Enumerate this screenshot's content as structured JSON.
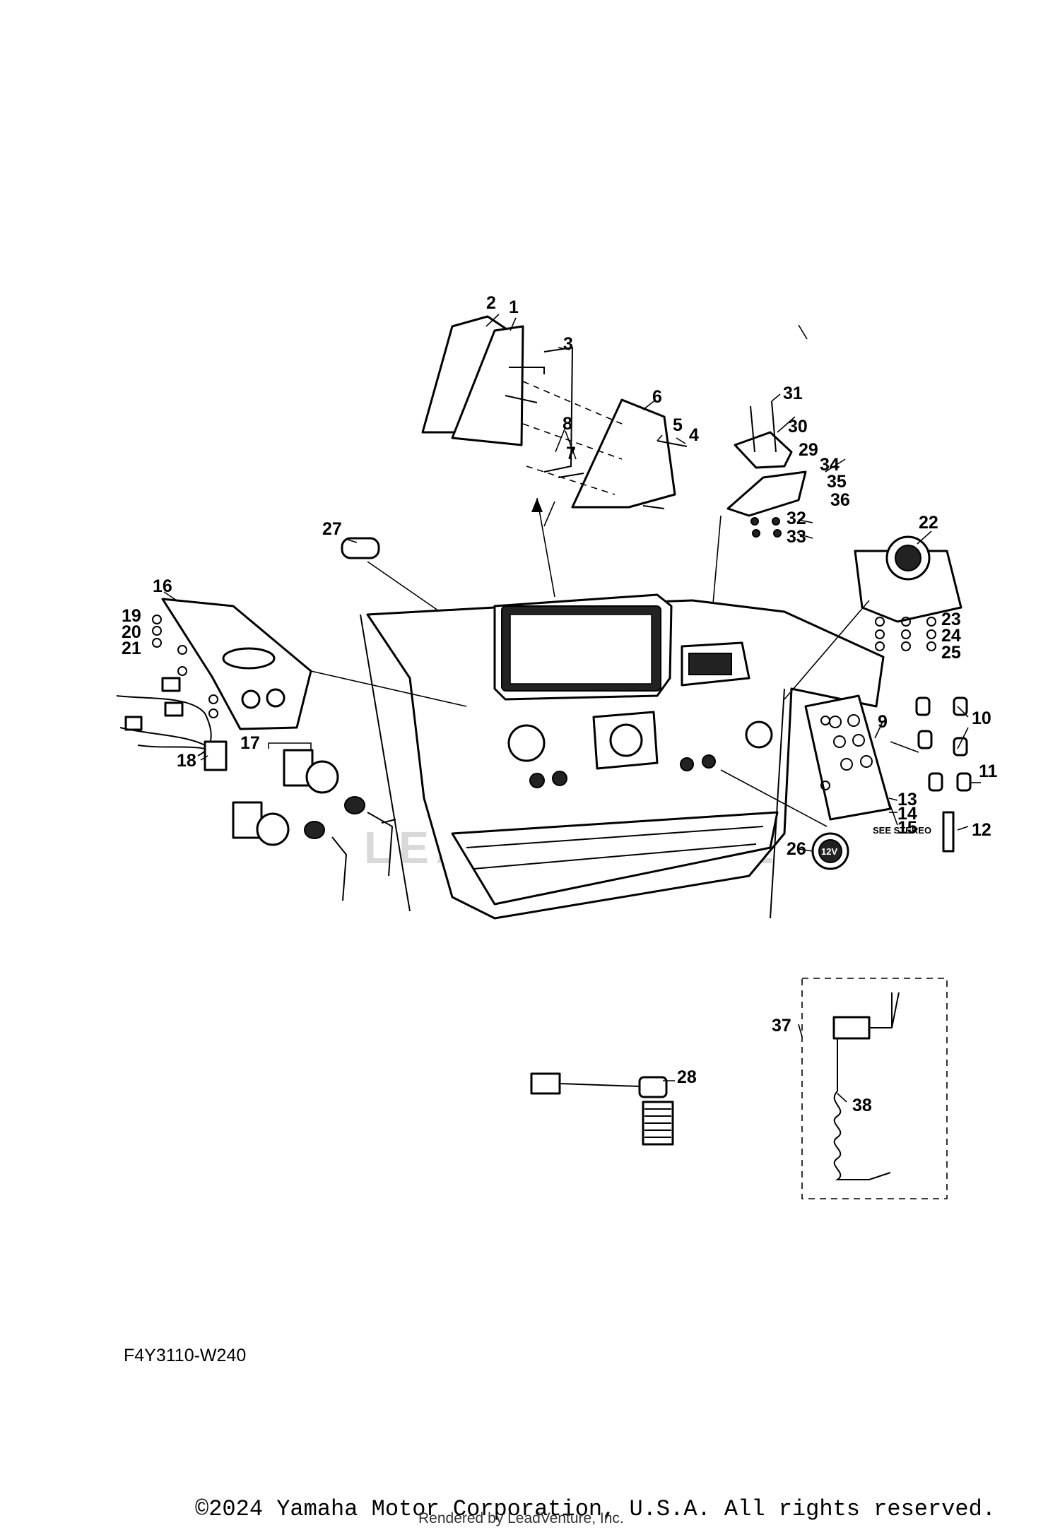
{
  "callouts": [
    "1",
    "2",
    "3",
    "4",
    "5",
    "6",
    "7",
    "8",
    "9",
    "10",
    "11",
    "12",
    "13",
    "14",
    "15",
    "16",
    "17",
    "18",
    "19",
    "20",
    "21",
    "22",
    "23",
    "24",
    "25",
    "26",
    "27",
    "28",
    "29",
    "30",
    "31",
    "32",
    "33",
    "34",
    "35",
    "36",
    "37",
    "38"
  ],
  "notes": {
    "see_stereo": "SEE STEREO",
    "socket_label": "12V"
  },
  "watermark": "LEADVENTURE",
  "diagram_code": "F4Y3110-W240",
  "copyright": "©2024 Yamaha Motor Corporation, U.S.A. All rights reserved.",
  "rendered_by": "Rendered by LeadVenture, Inc."
}
